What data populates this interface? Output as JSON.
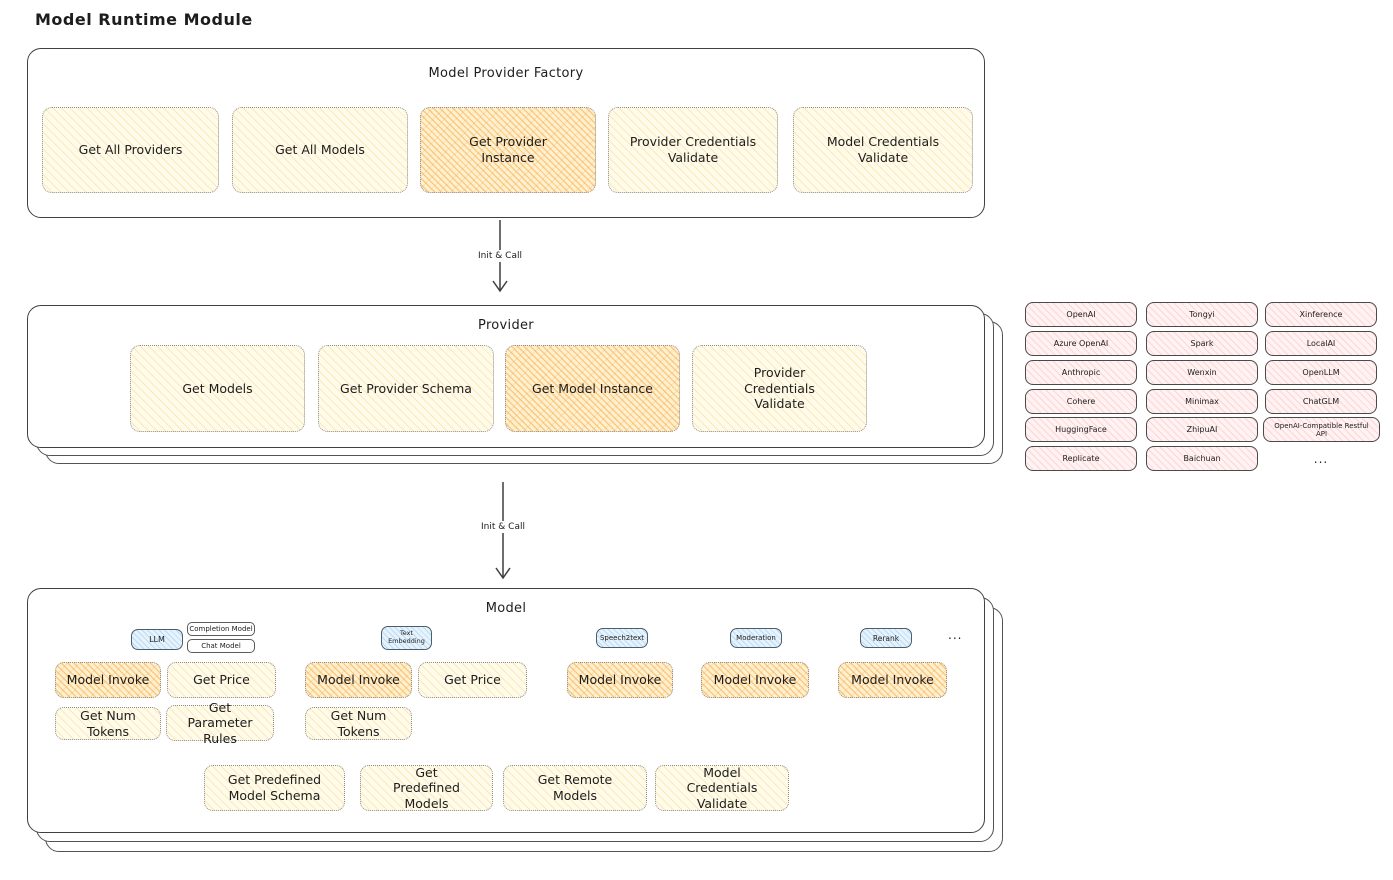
{
  "diagram": {
    "title": "Model Runtime Module",
    "arrow_label": "Init & Call",
    "factory": {
      "title": "Model Provider Factory",
      "items": [
        "Get All Providers",
        "Get All Models",
        "Get Provider Instance",
        "Provider Credentials Validate",
        "Model Credentials Validate"
      ]
    },
    "provider": {
      "title": "Provider",
      "items": [
        "Get Models",
        "Get Provider Schema",
        "Get Model Instance",
        "Provider Credentials Validate"
      ]
    },
    "providers_list": {
      "items": [
        "OpenAI",
        "Tongyi",
        "Xinference",
        "Azure OpenAI",
        "Spark",
        "LocalAI",
        "Anthropic",
        "Wenxin",
        "OpenLLM",
        "Cohere",
        "Minimax",
        "ChatGLM",
        "HuggingFace",
        "ZhipuAI",
        "OpenAI-Compatible Restful API",
        "Replicate",
        "Baichuan"
      ],
      "more": "..."
    },
    "model": {
      "title": "Model",
      "tabs": {
        "llm": "LLM",
        "completion_model": "Completion Model",
        "chat_model": "Chat Model",
        "text_embedding": "Text Embedding",
        "speech2text": "Speech2text",
        "moderation": "Moderation",
        "rerank": "Rerank",
        "more": "..."
      },
      "actions": {
        "model_invoke": "Model Invoke",
        "get_price": "Get Price",
        "get_num_tokens": "Get Num Tokens",
        "get_parameter_rules": "Get Parameter Rules",
        "get_predefined_model_schema": "Get Predefined Model Schema",
        "get_predefined_models": "Get Predefined Models",
        "get_remote_models": "Get Remote Models",
        "model_credentials_validate": "Model Credentials Validate"
      }
    },
    "colors": {
      "yellow_light_fill": "#fffbea",
      "yellow_hatch": "#f4c453",
      "orange_highlight_fill": "#fff0d0",
      "orange_hatch": "#f7a339",
      "pink_fill": "#fff2f2",
      "pink_hatch": "#ff9696",
      "blue_fill": "#e7f3fc",
      "blue_hatch": "#78b4e6",
      "container_border": "#41403c",
      "text": "#1d1d1d"
    }
  }
}
